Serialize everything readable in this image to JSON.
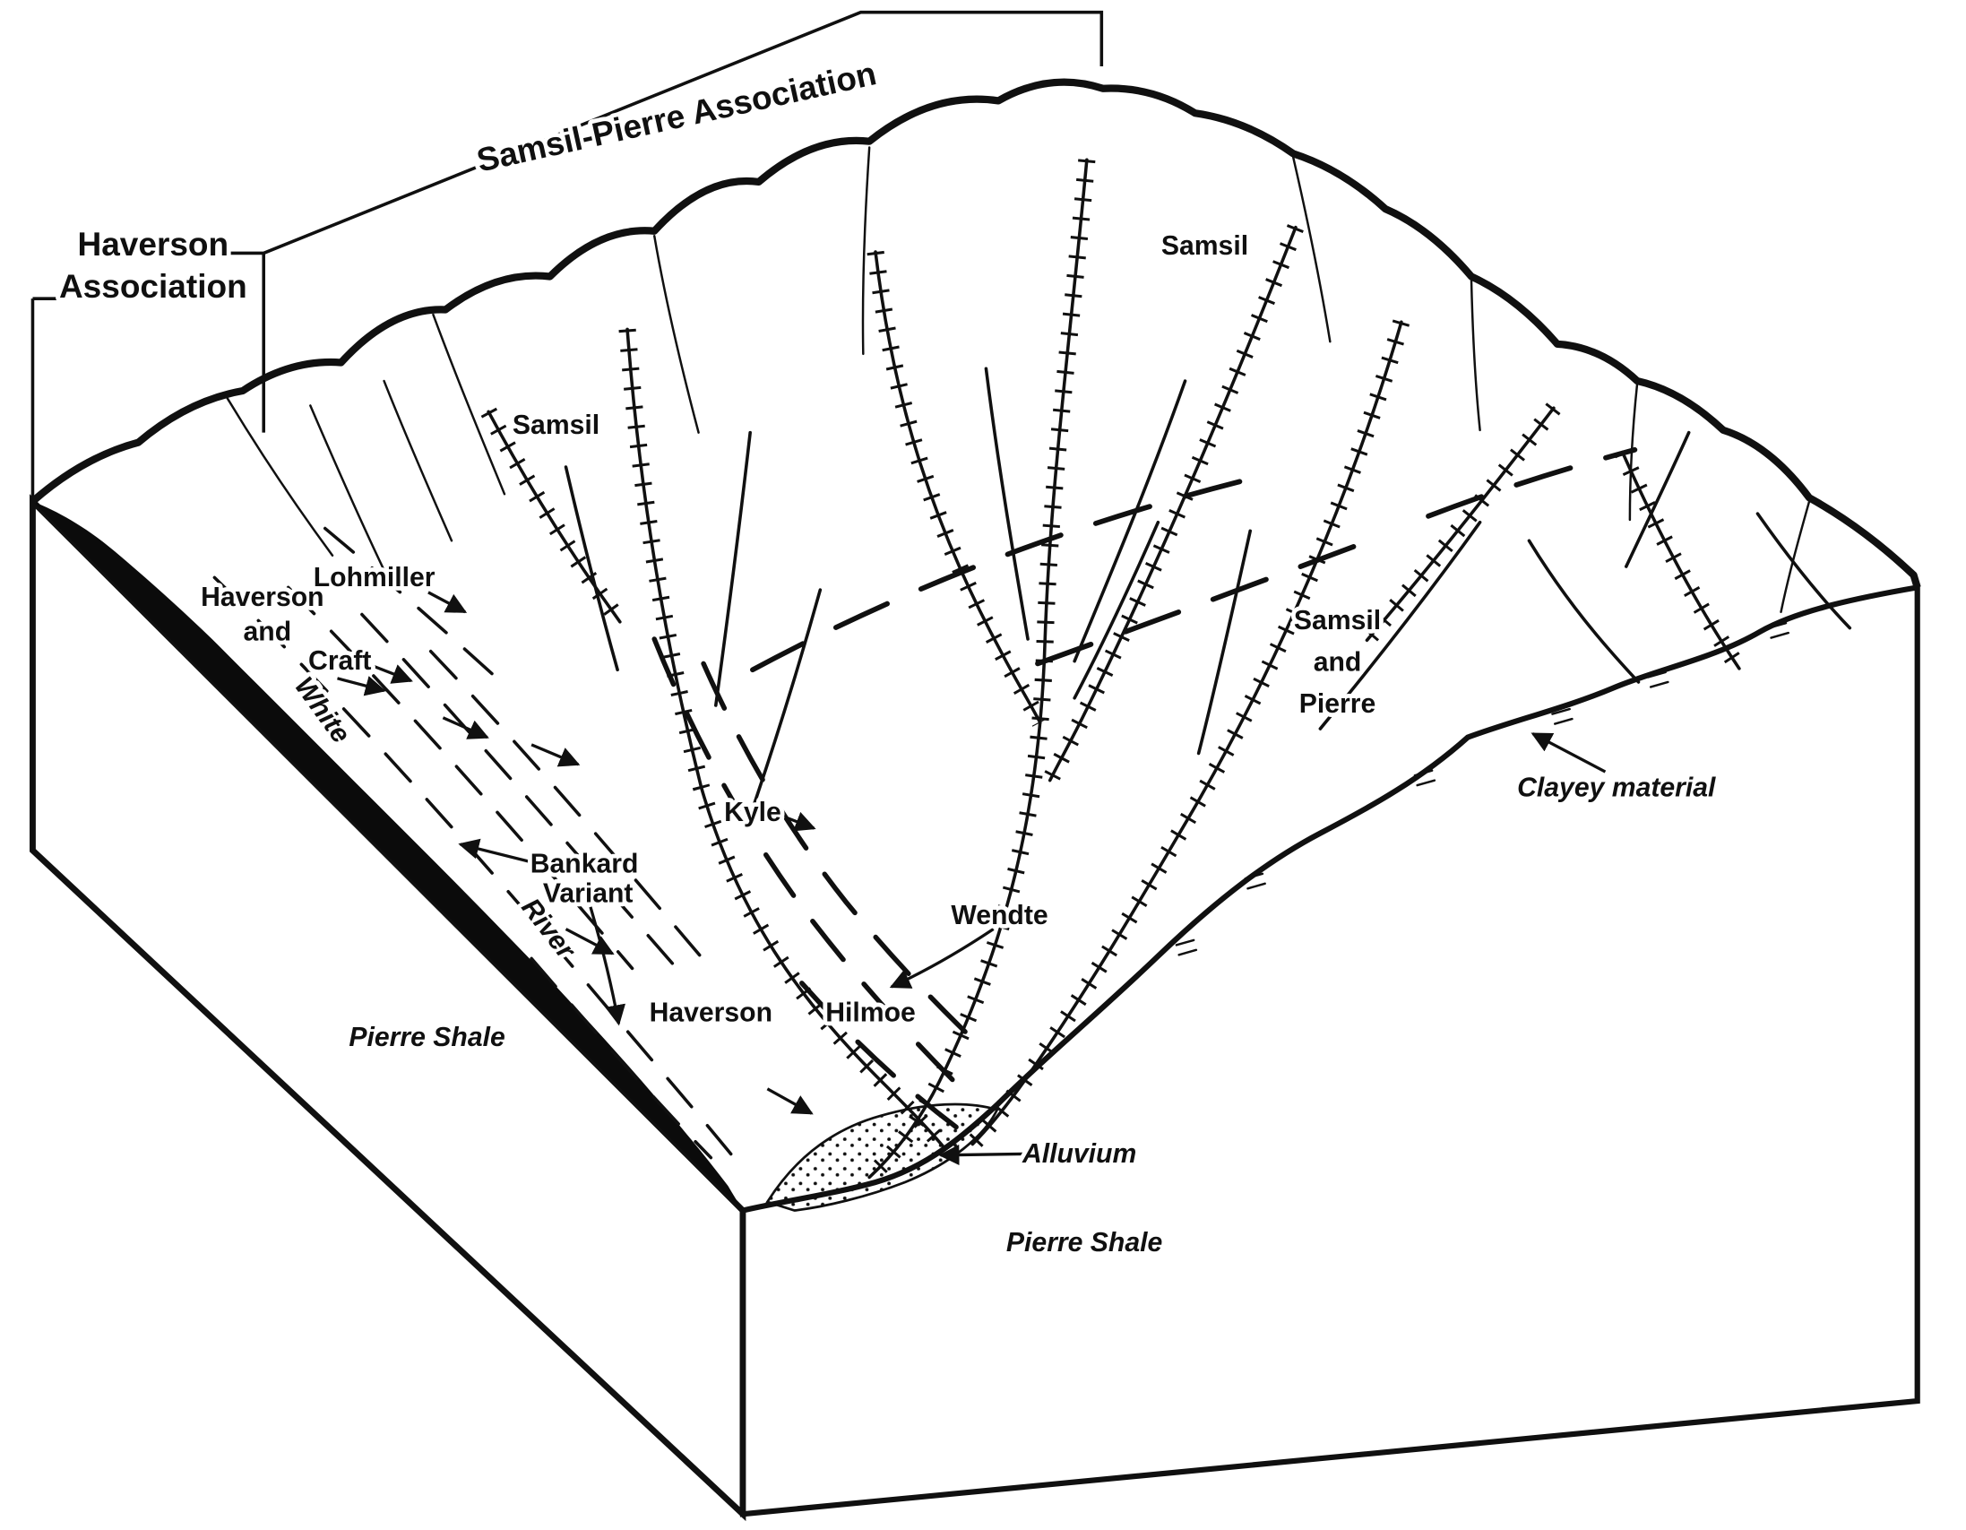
{
  "associations": {
    "haverson": {
      "line1": "Haverson",
      "line2": "Association"
    },
    "samsil_pierre": {
      "label": "Samsil-Pierre Association"
    }
  },
  "soil_labels": {
    "samsil_top": "Samsil",
    "samsil_left": "Samsil",
    "lohmiller": "Lohmiller",
    "haverson_and_craft": {
      "line1": "Haverson",
      "line2": "and",
      "line3": "Craft"
    },
    "kyle": "Kyle",
    "bankard_variant": {
      "line1": "Bankard",
      "line2": "Variant"
    },
    "wendte": "Wendte",
    "haverson": "Haverson",
    "hilmoe": "Hilmoe",
    "samsil_and_pierre": {
      "line1": "Samsil",
      "line2": "and",
      "line3": "Pierre"
    }
  },
  "feature_labels": {
    "white": "White",
    "river": "River",
    "clayey_material": "Clayey material",
    "pierre_shale_left": "Pierre Shale",
    "alluvium": "Alluvium",
    "pierre_shale_front": "Pierre Shale"
  },
  "colors": {
    "ink": "#101010",
    "paper": "#ffffff"
  }
}
